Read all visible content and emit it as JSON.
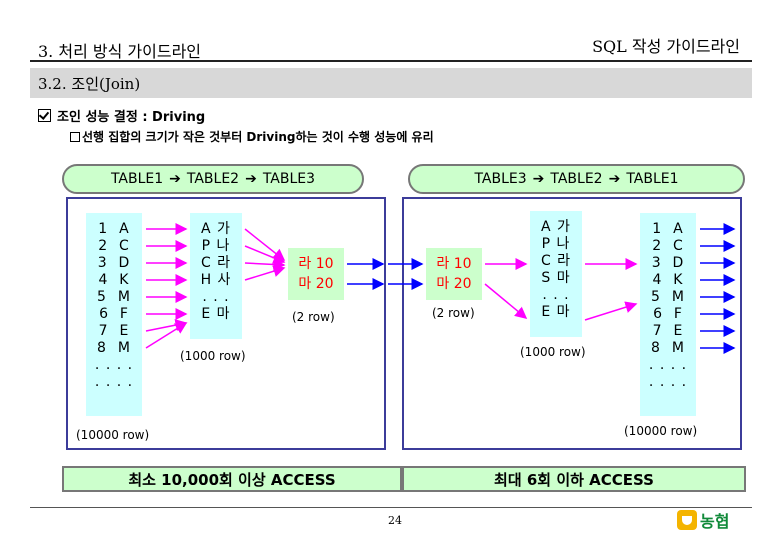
{
  "header": {
    "left": "3. 처리 방식 가이드라인",
    "right": "SQL 작성 가이드라인"
  },
  "section": {
    "title": "3.2. 조인(Join)"
  },
  "bullets": {
    "main": "조인 성능 결정 : Driving",
    "sub": "선행 집합의 크기가 작은 것부터 Driving하는 것이 수행 성능에 유리"
  },
  "left_case": {
    "order": [
      "TABLE1",
      "TABLE2",
      "TABLE3"
    ],
    "col1_rows": "1  A\n2  C\n3  D\n4  K\n5  M\n6  F\n7  E\n8  M\n. . . .\n. . . .",
    "col1_count": "(10000 row)",
    "col2_rows": "A 가\nP 나\nC 라\nH 사\n. . .\nE 마",
    "col2_count": "(1000 row)",
    "col3_rows": "라 10\n마 20",
    "col3_count": "(2 row)",
    "result": "최소 10,000회 이상 ACCESS"
  },
  "right_case": {
    "order": [
      "TABLE3",
      "TABLE2",
      "TABLE1"
    ],
    "col1_rows": "라 10\n마 20",
    "col1_count": "(2 row)",
    "col2_rows": "A 가\nP 나\nC 라\nS 마\n. . .\nE 마",
    "col2_count": "(1000 row)",
    "col3_rows": "1  A\n2  C\n3  D\n4  K\n5  M\n6  F\n7  E\n8  M\n. . . .\n. . . .",
    "col3_count": "(10000 row)",
    "result": "최대 6회 이하 ACCESS"
  },
  "footer": {
    "page": "24",
    "logo": "농협"
  },
  "colors": {
    "green_fill": "#ccffcc",
    "cyan_fill": "#ccffff",
    "panel_border": "#3c3c9a",
    "arrow_magenta": "#ff00ff",
    "arrow_blue": "#0000ff",
    "mid_text": "#ff0000"
  },
  "icons": {
    "checkbox": "checkbox-checked-icon",
    "square": "square-bullet-icon",
    "arrow": "right-arrow-icon"
  }
}
